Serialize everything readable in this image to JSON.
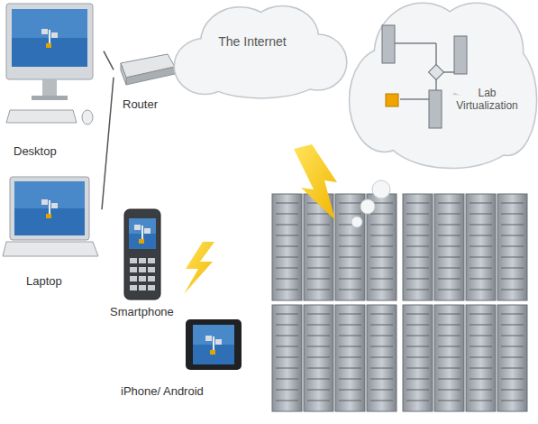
{
  "diagram": {
    "nodes": [
      {
        "text": [
          "Desktop"
        ]
      },
      {
        "text": [
          "Router"
        ]
      },
      {
        "text": [
          "The Internet"
        ]
      },
      {
        "text": [
          "Lab Virtualization"
        ]
      },
      {
        "text": [
          "Laptop"
        ]
      },
      {
        "text": [
          "Smartphone"
        ]
      },
      {
        "text": [
          "iPhone/ Android"
        ]
      }
    ],
    "edges": [
      {
        "from": 0,
        "to": 1,
        "arrow": "none"
      },
      {
        "from": 4,
        "to": 1,
        "arrow": "none"
      }
    ]
  }
}
